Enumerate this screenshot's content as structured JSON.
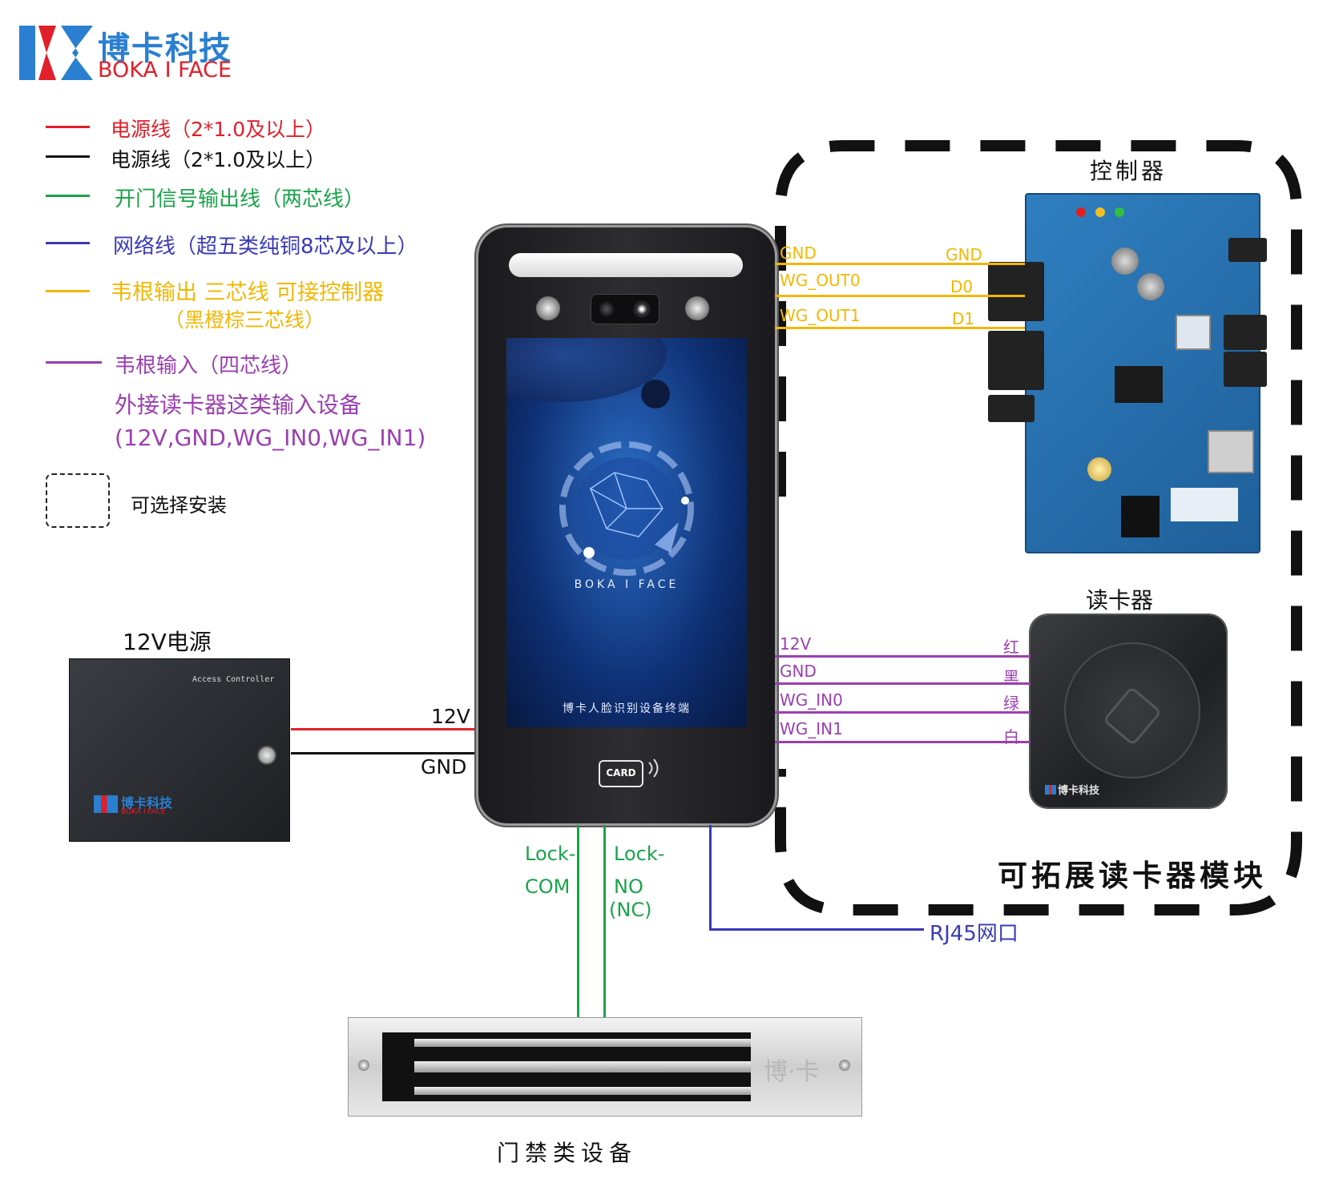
{
  "logo": {
    "brand_cn": "博卡科技",
    "brand_en": "BOKA I FACE"
  },
  "legend": [
    {
      "text": "电源线（2*1.0及以上）",
      "color": "#e0202a"
    },
    {
      "text": "电源线（2*1.0及以上）",
      "color": "#111111"
    },
    {
      "text": "开门信号输出线（两芯线）",
      "color": "#1aa34a"
    },
    {
      "text": "网络线（超五类纯铜8芯及以上）",
      "color": "#3a3ab8"
    },
    {
      "text": "韦根输出 三芯线  可接控制器",
      "sub": "（黑橙棕三芯线）",
      "color": "#f2b705"
    },
    {
      "text": "韦根输入（四芯线）",
      "sub": "外接读卡器这类输入设备",
      "sub2": "(12V,GND,WG_IN0,WG_IN1)",
      "color": "#9b3fb0"
    }
  ],
  "optional_label": "可选择安装",
  "power_supply": {
    "title": "12V电源",
    "panel_text": "Access Controller",
    "brand_cn": "博卡科技",
    "brand_en": "BOKA I FACE",
    "out_12v": "12V",
    "out_gnd": "GND"
  },
  "terminal": {
    "screen_brand": "BOKA I FACE",
    "screen_caption": "博卡人脸识别设备终端",
    "card_label": "CARD"
  },
  "controller": {
    "title": "控制器",
    "pins_left": [
      "GND",
      "WG_OUT0",
      "WG_OUT1"
    ],
    "pins_right": [
      "GND",
      "D0",
      "D1"
    ]
  },
  "card_reader": {
    "title": "读卡器",
    "pins_left": [
      "12V",
      "GND",
      "WG_IN0",
      "WG_IN1"
    ],
    "pins_right": [
      "红",
      "黑",
      "绿",
      "白"
    ],
    "brand": "博卡科技"
  },
  "module_label": "可拓展读卡器模块",
  "lock_pins": {
    "com_1": "Lock-",
    "com_2": "COM",
    "no_1": "Lock-",
    "no_2": "NO",
    "no_3": "(NC)"
  },
  "rj45": "RJ45网口",
  "lock_device": {
    "title": "门禁类设备",
    "brand": "博·卡"
  },
  "colors": {
    "red": "#e0202a",
    "black": "#111111",
    "green": "#1aa34a",
    "blue": "#3a3ab8",
    "yellow": "#f2b705",
    "purple": "#9b3fb0"
  }
}
